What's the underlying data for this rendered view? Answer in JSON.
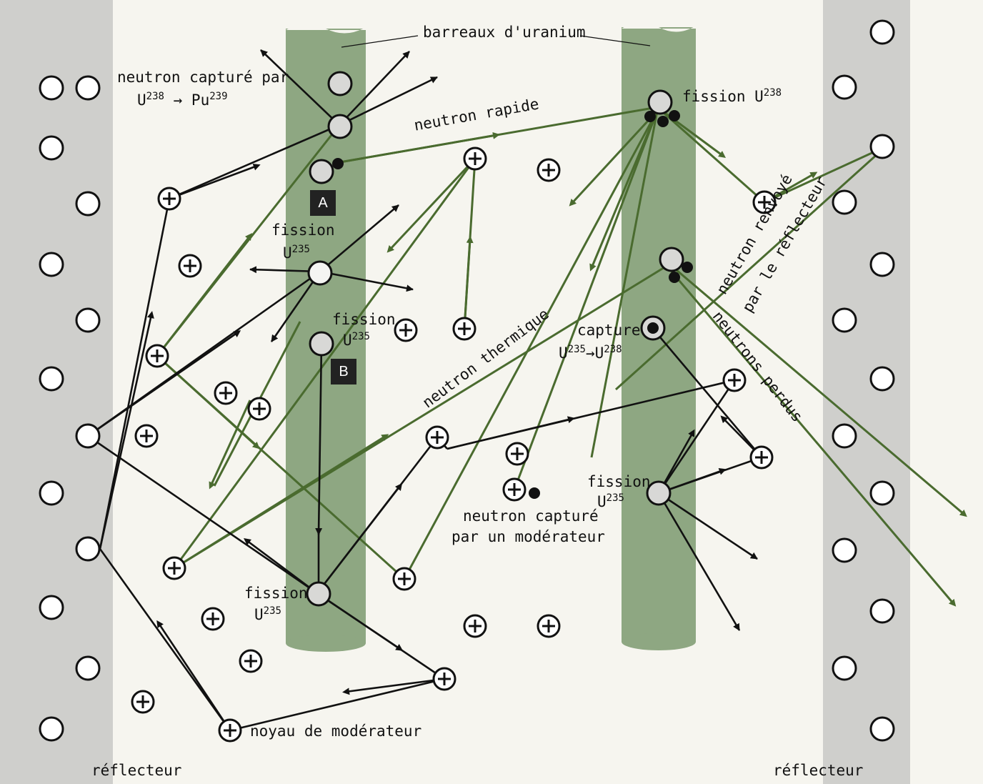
{
  "labels": {
    "rods": "barreaux d'uranium",
    "capture_pu_line1": "neutron capturé par",
    "capture_pu_u": "U",
    "capture_pu_u_mass": "238",
    "capture_pu_arrow": "→",
    "capture_pu_pu": "Pu",
    "capture_pu_pu_mass": "239",
    "fission_u238": "fission U",
    "fission_u238_mass": "238",
    "neutron_rapide": "neutron rapide",
    "box_a": "A",
    "box_b": "B",
    "fission_a_line1": "fission",
    "fission_a_u": "U",
    "fission_a_mass": "235",
    "fission_b_line1": "fission",
    "fission_b_u": "U",
    "fission_b_mass": "235",
    "neutron_thermique": "neutron thermique",
    "capture_word": "capture",
    "capture_u1": "U",
    "capture_u1_mass": "235",
    "capture_arrow": "→",
    "capture_u2": "U",
    "capture_u2_mass": "238",
    "neutron_renvoye_l1": "neutron renvoyé",
    "neutron_renvoye_l2": "par le réflecteur",
    "neutrons_perdus": "neutrons perdus",
    "fission_c_line1": "fission",
    "fission_c_u": "U",
    "fission_c_mass": "235",
    "fission_d_line1": "fission",
    "fission_d_u": "U",
    "fission_d_mass": "235",
    "capture_mod_l1": "neutron capturé",
    "capture_mod_l2": "par un modérateur",
    "noyau": "noyau de modérateur",
    "reflecteur_left": "réflecteur",
    "reflecteur_right": "réflecteur"
  },
  "colors": {
    "background": "#f6f5ef",
    "reflector": "#cfcfcc",
    "rod": "#8ea782",
    "green_path": "#4a6b2f",
    "black_path": "#111111",
    "nucleus": "#d8d8d6"
  }
}
